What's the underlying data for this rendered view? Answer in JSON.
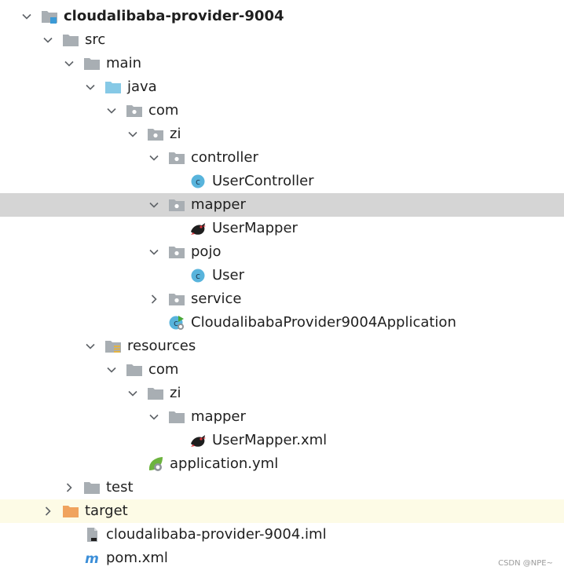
{
  "tree": [
    {
      "id": "root",
      "label": "cloudalibaba-provider-9004",
      "icon": "module-folder-icon",
      "arrow": "down",
      "depth": 0,
      "bold": true
    },
    {
      "id": "src",
      "label": "src",
      "icon": "folder-icon",
      "arrow": "down",
      "depth": 1
    },
    {
      "id": "main",
      "label": "main",
      "icon": "folder-icon",
      "arrow": "down",
      "depth": 2
    },
    {
      "id": "java",
      "label": "java",
      "icon": "source-folder-icon",
      "arrow": "down",
      "depth": 3
    },
    {
      "id": "com",
      "label": "com",
      "icon": "package-icon",
      "arrow": "down",
      "depth": 4
    },
    {
      "id": "zi",
      "label": "zi",
      "icon": "package-icon",
      "arrow": "down",
      "depth": 5
    },
    {
      "id": "controller",
      "label": "controller",
      "icon": "package-icon",
      "arrow": "down",
      "depth": 6
    },
    {
      "id": "usercontroller",
      "label": "UserController",
      "icon": "class-icon",
      "arrow": "none",
      "depth": 7
    },
    {
      "id": "mapper",
      "label": "mapper",
      "icon": "package-icon",
      "arrow": "down",
      "depth": 6,
      "selected": true
    },
    {
      "id": "usermapper",
      "label": "UserMapper",
      "icon": "mybatis-bird-icon",
      "arrow": "none",
      "depth": 7
    },
    {
      "id": "pojo",
      "label": "pojo",
      "icon": "package-icon",
      "arrow": "down",
      "depth": 6
    },
    {
      "id": "user",
      "label": "User",
      "icon": "class-icon",
      "arrow": "none",
      "depth": 7
    },
    {
      "id": "service",
      "label": "service",
      "icon": "package-icon",
      "arrow": "right",
      "depth": 6
    },
    {
      "id": "app",
      "label": "CloudalibabaProvider9004Application",
      "icon": "spring-boot-class-icon",
      "arrow": "none",
      "depth": 6
    },
    {
      "id": "resources",
      "label": "resources",
      "icon": "resources-folder-icon",
      "arrow": "down",
      "depth": 3
    },
    {
      "id": "rcom",
      "label": "com",
      "icon": "folder-icon",
      "arrow": "down",
      "depth": 4
    },
    {
      "id": "rzi",
      "label": "zi",
      "icon": "folder-icon",
      "arrow": "down",
      "depth": 5
    },
    {
      "id": "rmapper",
      "label": "mapper",
      "icon": "folder-icon",
      "arrow": "down",
      "depth": 6
    },
    {
      "id": "usermapperxml",
      "label": "UserMapper.xml",
      "icon": "mybatis-bird-icon",
      "arrow": "none",
      "depth": 7
    },
    {
      "id": "appyml",
      "label": "application.yml",
      "icon": "spring-leaf-icon",
      "arrow": "none",
      "depth": 5
    },
    {
      "id": "test",
      "label": "test",
      "icon": "folder-icon",
      "arrow": "right",
      "depth": 2
    },
    {
      "id": "target",
      "label": "target",
      "icon": "excluded-folder-icon",
      "arrow": "right",
      "depth": 1,
      "excluded": true
    },
    {
      "id": "iml",
      "label": "cloudalibaba-provider-9004.iml",
      "icon": "iml-file-icon",
      "arrow": "none",
      "depth": 2
    },
    {
      "id": "pom",
      "label": "pom.xml",
      "icon": "maven-icon",
      "arrow": "none",
      "depth": 2
    }
  ],
  "colors": {
    "folder": "#a8aeb3",
    "source": "#86c9e6",
    "excluded": "#f0a35e",
    "class": "#58b4dc",
    "selected_bg": "#d5d5d5"
  },
  "watermark": "CSDN @NPE~"
}
